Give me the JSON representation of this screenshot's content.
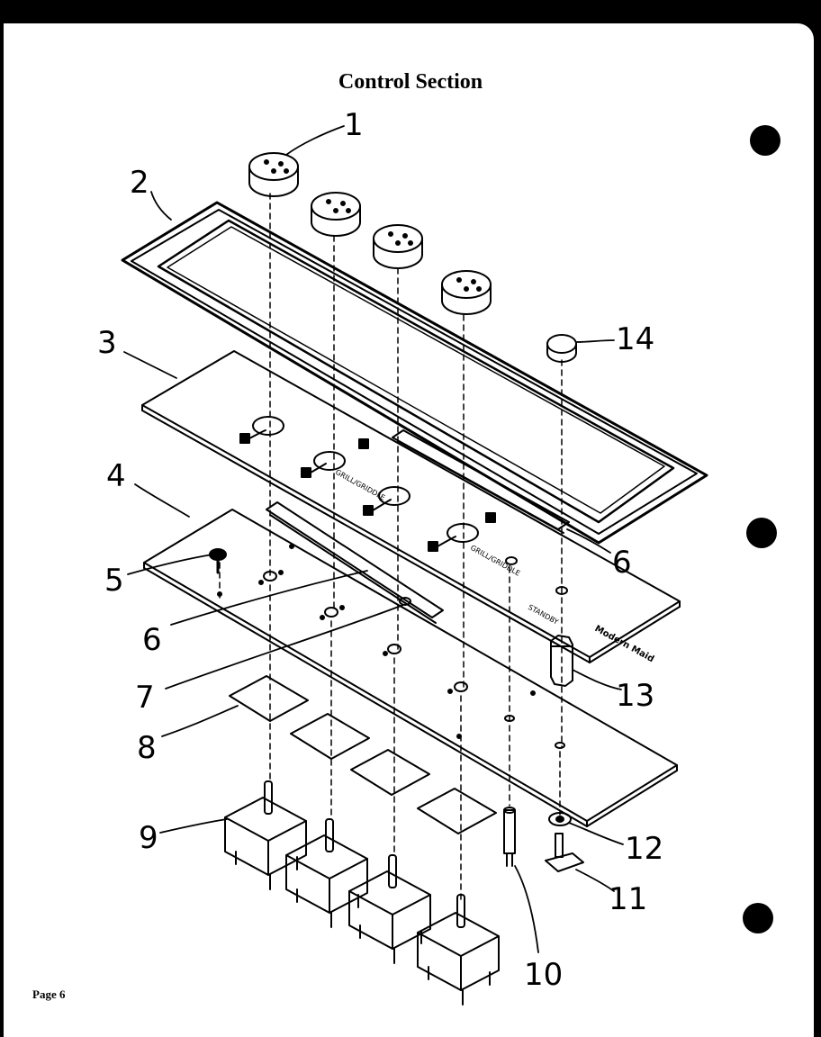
{
  "page": {
    "title": "Control Section",
    "page_number": "Page 6"
  },
  "callouts": [
    {
      "id": "1",
      "label": "1"
    },
    {
      "id": "2",
      "label": "2"
    },
    {
      "id": "3",
      "label": "3"
    },
    {
      "id": "4",
      "label": "4"
    },
    {
      "id": "5",
      "label": "5"
    },
    {
      "id": "6a",
      "label": "6"
    },
    {
      "id": "6b",
      "label": "6"
    },
    {
      "id": "7",
      "label": "7"
    },
    {
      "id": "8",
      "label": "8"
    },
    {
      "id": "9",
      "label": "9"
    },
    {
      "id": "10",
      "label": "10"
    },
    {
      "id": "11",
      "label": "11"
    },
    {
      "id": "12",
      "label": "12"
    },
    {
      "id": "13",
      "label": "13"
    },
    {
      "id": "14",
      "label": "14"
    }
  ],
  "panel_text": {
    "grill_griddle_1": "GRILL/GRIDDLE",
    "grill_griddle_2": "GRILL/GRIDDLE",
    "brand": "Modern Maid",
    "standby": "STANDBY"
  },
  "colors": {
    "ink": "#000000",
    "paper": "#ffffff"
  }
}
